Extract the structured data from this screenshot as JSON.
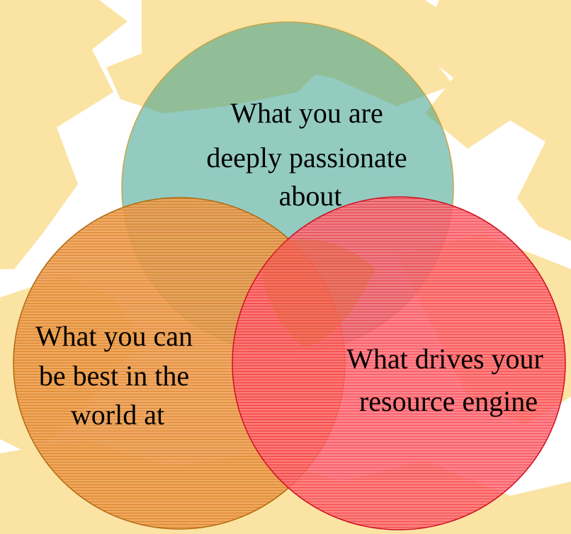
{
  "diagram": {
    "type": "venn",
    "circles": [
      {
        "id": "passion",
        "lines": [
          "What you are",
          "deeply passionate",
          "about"
        ],
        "fill": "#3aa08e",
        "stroke": "#c8a64a"
      },
      {
        "id": "best",
        "lines": [
          "What you can",
          "be best in the",
          "world at"
        ],
        "fill": "#e58a1f",
        "stroke": "#b06a10"
      },
      {
        "id": "resource",
        "lines": [
          "What drives your",
          "resource engine"
        ],
        "fill": "#ff3a4a",
        "stroke": "#d01020"
      }
    ],
    "background": {
      "base": "#ffffff",
      "shape_color": "#fbe3a3"
    }
  }
}
